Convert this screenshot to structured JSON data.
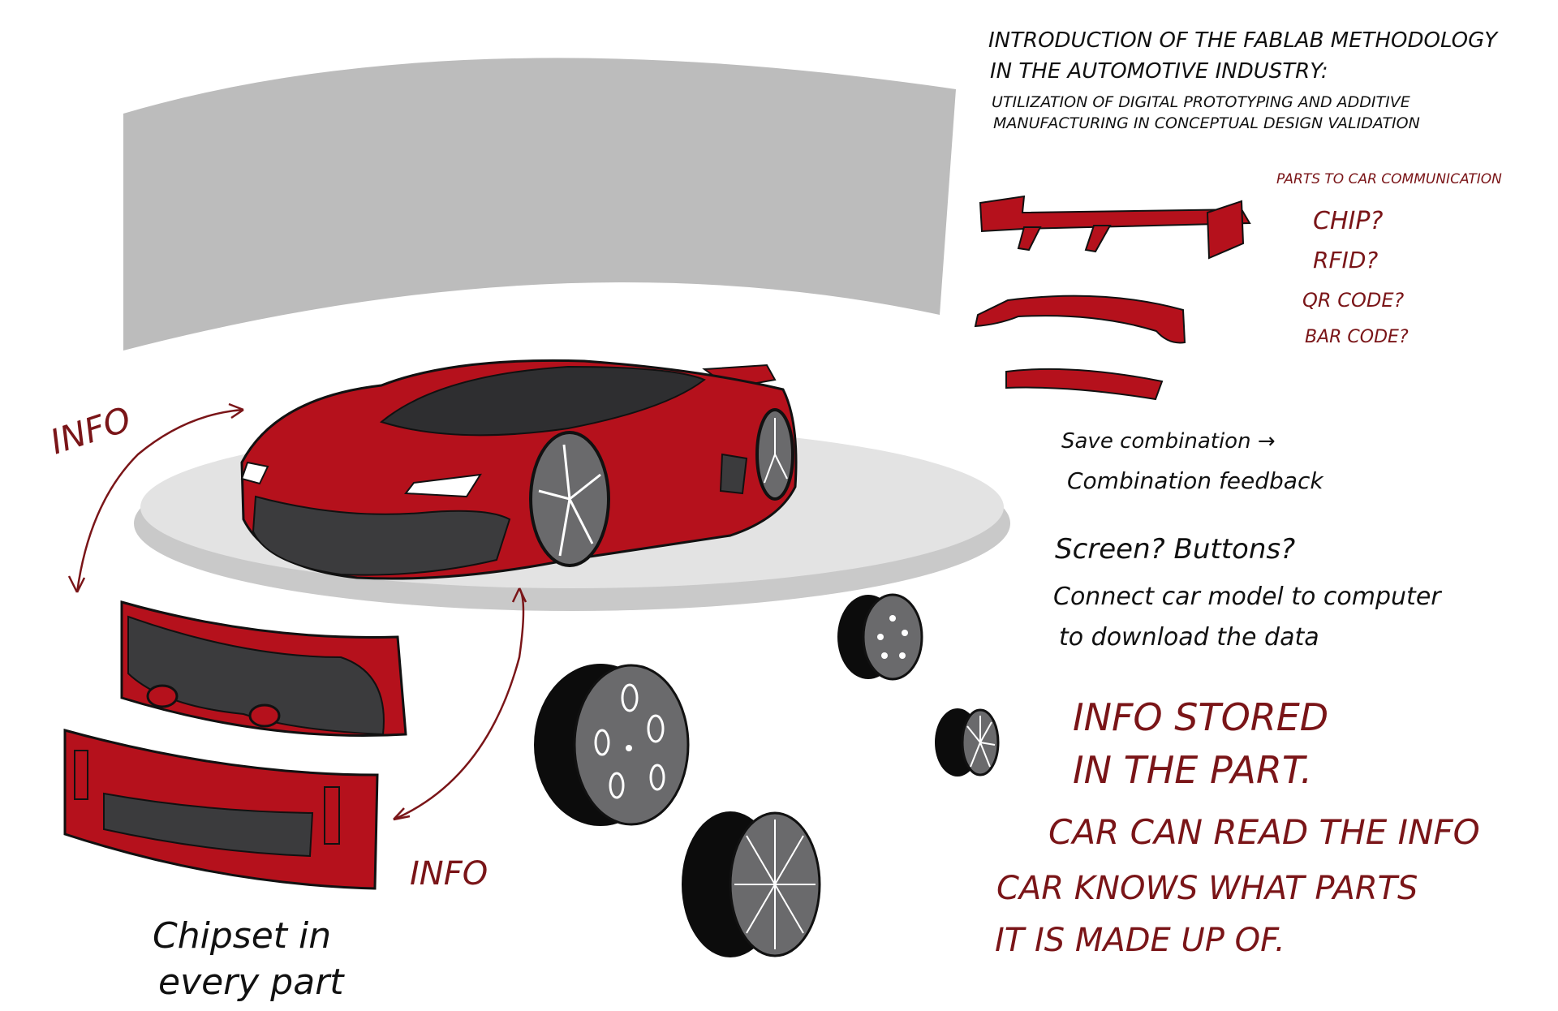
{
  "title": {
    "line1": "INTRODUCTION OF THE FABLAB METHODOLOGY",
    "line2": "IN THE AUTOMOTIVE INDUSTRY:",
    "line3": "UTILIZATION OF DIGITAL PROTOTYPING AND ADDITIVE",
    "line4": "MANUFACTURING IN CONCEPTUAL DESIGN VALIDATION"
  },
  "parts_comm": {
    "heading": "PARTS TO CAR COMMUNICATION",
    "items": [
      "CHIP?",
      "RFID?",
      "QR CODE?",
      "BAR CODE?"
    ]
  },
  "combination": {
    "line1": "Save combination →",
    "line2": "Combination feedback"
  },
  "screen_note": {
    "line1": "Screen?  Buttons?",
    "line2": "Connect car model to computer",
    "line3": "to download the data"
  },
  "info_labels": {
    "left": "INFO",
    "bottom": "INFO"
  },
  "chipset_note": {
    "line1": "Chipset in",
    "line2": "every part"
  },
  "stored_note": {
    "line1": "INFO STORED",
    "line2": "IN THE PART.",
    "line3": "CAR CAN READ THE INFO",
    "line4": "CAR KNOWS  WHAT PARTS",
    "line5": "IT IS MADE UP OF."
  },
  "colors": {
    "car_red": "#b5111c",
    "dark_grey": "#3b3b3d",
    "wall_grey": "#bcbcbc",
    "floor_grey": "#e3e3e3",
    "rim_grey": "#6a6a6c",
    "ink_red": "#7a1518"
  },
  "icons": [
    "spoiler-icon",
    "wheel-icon",
    "bumper-icon",
    "car-icon",
    "arrow-icon"
  ]
}
